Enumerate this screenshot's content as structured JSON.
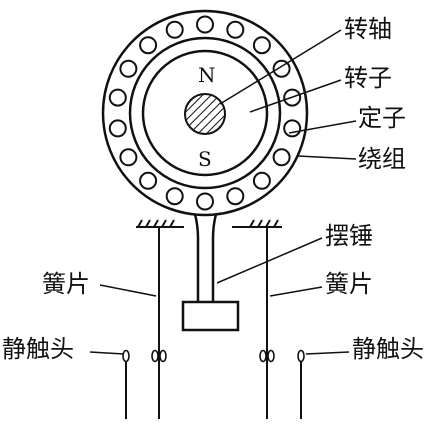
{
  "labels": {
    "rotating_shaft": "转轴",
    "rotor": "转子",
    "stator": "定子",
    "winding": "绕组",
    "pendulum": "摆锤",
    "reed_left": "簧片",
    "reed_right": "簧片",
    "static_contact_left": "静触头",
    "static_contact_right": "静触头"
  },
  "poles": {
    "north": "N",
    "south": "S"
  },
  "colors": {
    "ink": "#111111",
    "background": "#ffffff"
  }
}
